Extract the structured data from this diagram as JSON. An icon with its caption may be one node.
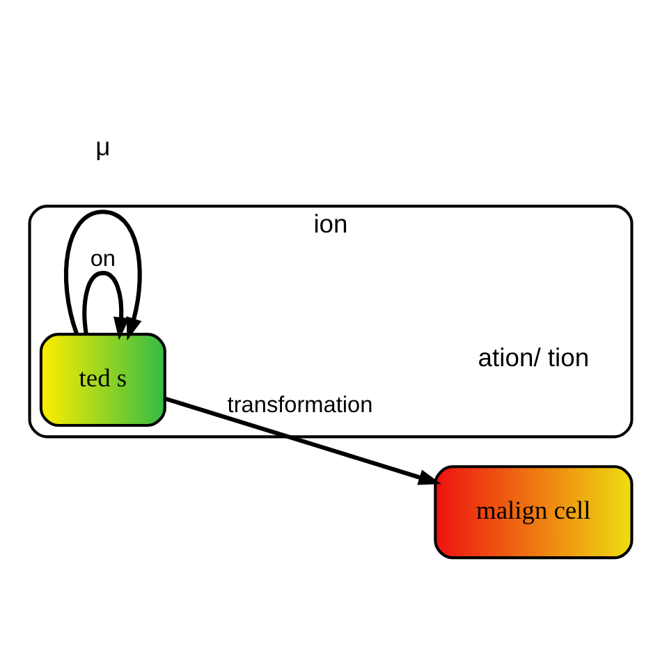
{
  "diagram": {
    "nodes": [
      {
        "text": [
          "ion",
          "ation/ tion"
        ]
      },
      {
        "text": [
          "ted s"
        ],
        "in": 0
      },
      {
        "text": [
          "malign cell"
        ]
      }
    ],
    "edges": [
      {
        "from": 1,
        "to": 1,
        "arrow": "to",
        "label": "on"
      },
      {
        "from": 1,
        "to": 2,
        "arrow": "to",
        "label": "transformation"
      },
      {
        "from": 1,
        "to": 1,
        "arrow": "to"
      }
    ],
    "labels": [
      "μ"
    ]
  }
}
